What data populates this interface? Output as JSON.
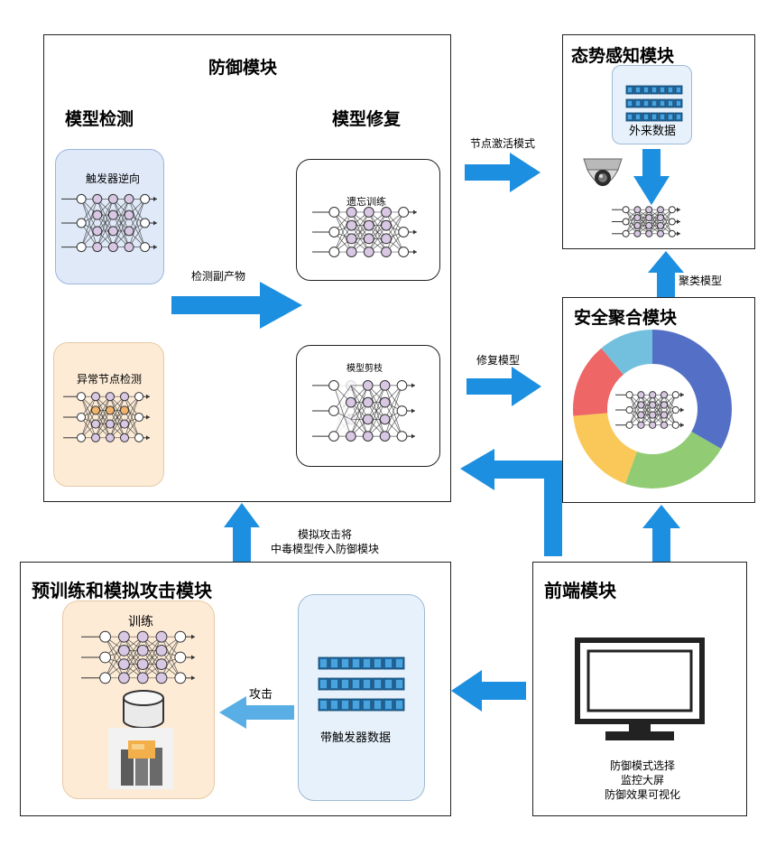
{
  "defense": {
    "title": "防御模块",
    "detection_title": "模型检测",
    "repair_title": "模型修复",
    "trigger_reverse": "触发器逆向",
    "anomaly_detection": "异常节点检测",
    "detect_byproduct": "检测副产物",
    "forget_training": "遗忘训练",
    "pruning": "模型剪枝"
  },
  "situation": {
    "title": "态势感知模块",
    "external_data": "外来数据"
  },
  "aggregation": {
    "title": "安全聚合模块",
    "colors": [
      "#5470c6",
      "#91cc75",
      "#fac858",
      "#ee6666",
      "#73c0de"
    ]
  },
  "pretrain": {
    "title": "预训练和模拟攻击模块",
    "training": "训练",
    "trigger_data": "带触发器数据",
    "attack": "攻击"
  },
  "frontend": {
    "title": "前端模块",
    "lines": [
      "防御模式选择",
      "监控大屏",
      "防御效果可视化"
    ]
  },
  "arrows": {
    "node_activation": "节点激活模式",
    "repair_model": "修复模型",
    "clustering_model": "聚类模型",
    "upload_line1": "模拟攻击将",
    "upload_line2": "中毒模型传入防御模块"
  }
}
